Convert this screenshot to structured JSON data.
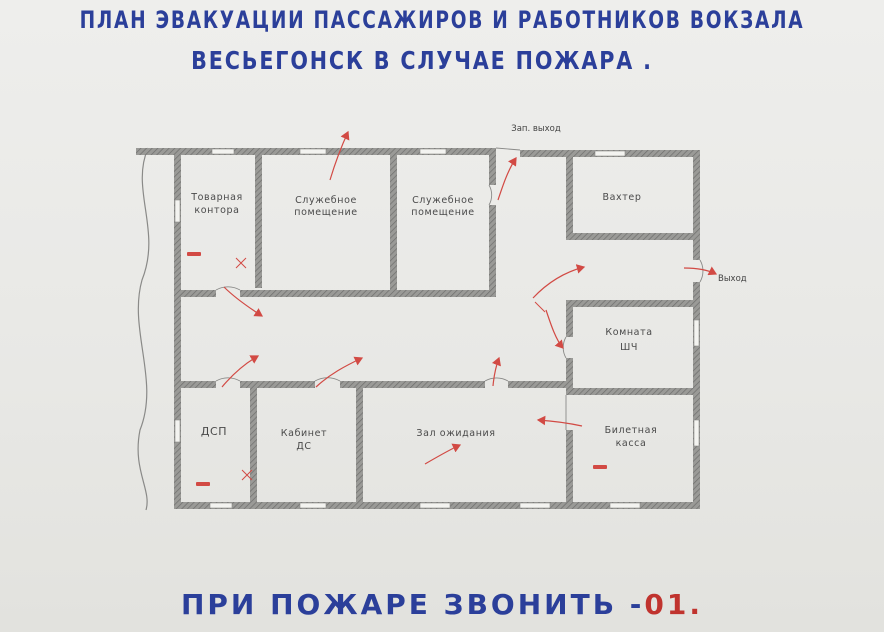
{
  "title": {
    "line1": "ПЛАН ЭВАКУАЦИИ ПАССАЖИРОВ И РАБОТНИКОВ ВОКЗАЛА",
    "line2": "ВЕСЬЕГОНСК В СЛУЧАЕ ПОЖАРА ."
  },
  "rooms": {
    "tovarnaya_line1": "Товарная",
    "tovarnaya_line2": "контора",
    "sluzhebnoe1_line1": "Служебное",
    "sluzhebnoe1_line2": "помещение",
    "sluzhebnoe2_line1": "Служебное",
    "sluzhebnoe2_line2": "помещение",
    "vakhter": "Вахтер",
    "komnata_line1": "Комната",
    "komnata_line2": "ШЧ",
    "dsp": "ДСП",
    "kabinet_line1": "Кабинет",
    "kabinet_line2": "ДС",
    "zal": "Зал ожидания",
    "kassa_line1": "Билетная",
    "kassa_line2": "касса"
  },
  "exits": {
    "zap_vykhod": "Зап. выход",
    "vykhod": "Выход"
  },
  "footer": {
    "text": "ПРИ ПОЖАРЕ ЗВОНИТЬ -",
    "number": "01."
  },
  "colors": {
    "title": "#2b3f9a",
    "wall": "#7a7a78",
    "arrow": "#d24a44"
  }
}
